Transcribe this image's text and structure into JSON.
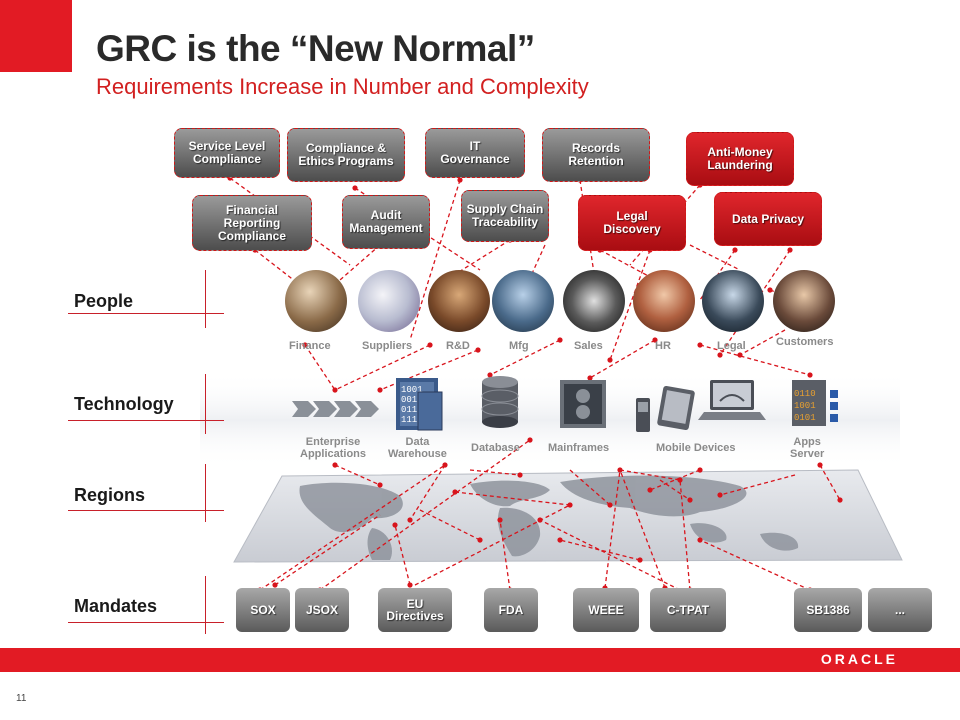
{
  "title": "GRC is the “New Normal”",
  "subtitle": "Requirements Increase in Number and Complexity",
  "requirements": {
    "service_level": [
      "Service Level",
      "Compliance"
    ],
    "compliance_ethics": [
      "Compliance &",
      "Ethics Programs"
    ],
    "it_governance": [
      "IT",
      "Governance"
    ],
    "records_retention": [
      "Records",
      "Retention"
    ],
    "anti_money": [
      "Anti-Money",
      "Laundering"
    ],
    "financial_reporting": [
      "Financial",
      "Reporting",
      "Compliance"
    ],
    "audit_management": [
      "Audit",
      "Management"
    ],
    "supply_chain": [
      "Supply Chain",
      "Traceability"
    ],
    "legal_discovery": [
      "Legal",
      "Discovery"
    ],
    "data_privacy": [
      "Data Privacy"
    ]
  },
  "rows": {
    "people": "People",
    "technology": "Technology",
    "regions": "Regions",
    "mandates": "Mandates"
  },
  "people": {
    "finance": "Finance",
    "suppliers": "Suppliers",
    "rd": "R&D",
    "mfg": "Mfg",
    "sales": "Sales",
    "hr": "HR",
    "legal": "Legal",
    "customers": "Customers"
  },
  "technology": {
    "enterprise_apps": [
      "Enterprise",
      "Applications"
    ],
    "data_warehouse": [
      "Data",
      "Warehouse"
    ],
    "database": "Database",
    "mainframes": "Mainframes",
    "mobile_devices": "Mobile Devices",
    "apps_server": [
      "Apps",
      "Server"
    ]
  },
  "mandates": {
    "sox": "SOX",
    "jsox": "JSOX",
    "eu_directives": [
      "EU",
      "Directives"
    ],
    "fda": "FDA",
    "weee": "WEEE",
    "ctpat": "C-TPAT",
    "sb1386": "SB1386",
    "more": "..."
  },
  "footer": {
    "brand": "ORACLE",
    "page_number": "11"
  },
  "colors": {
    "accent_red": "#e21b24",
    "title_text": "#2a2a2a",
    "subtitle_text": "#d22020"
  }
}
